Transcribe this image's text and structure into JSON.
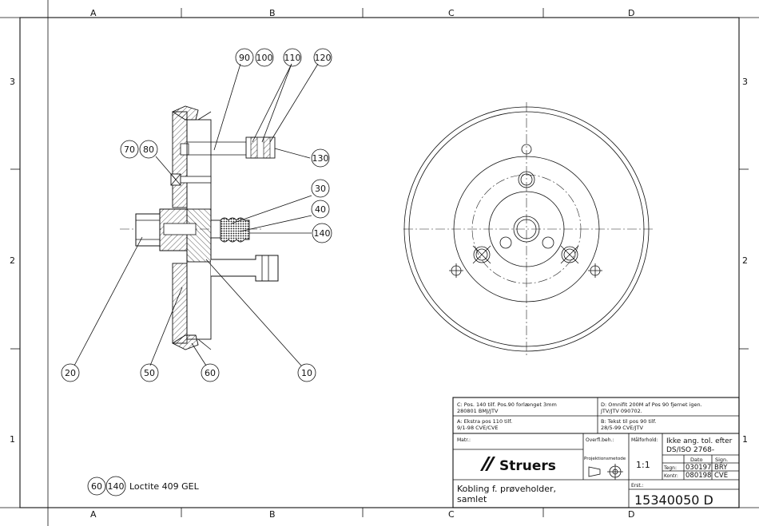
{
  "border": {
    "columns_top": [
      "A",
      "B",
      "C",
      "D"
    ],
    "columns_bottom": [
      "A",
      "B",
      "C",
      "D"
    ],
    "rows_left": [
      "3",
      "2",
      "1"
    ],
    "rows_right": [
      "3",
      "2",
      "1"
    ]
  },
  "balloons": [
    "90",
    "100",
    "110",
    "120",
    "70",
    "80",
    "130",
    "30",
    "40",
    "140",
    "20",
    "50",
    "60",
    "10"
  ],
  "note": {
    "balloons": [
      "60",
      "140"
    ],
    "text": "Loctite 409 GEL"
  },
  "revisions": {
    "c": [
      "C: Pos. 140 tilf. Pos.90 forlænget 3mm",
      "280801 BMJ/JTV"
    ],
    "d": [
      "D: Omnifit 200M af Pos 90 fjernet igen.",
      "JTV/JTV 090702."
    ],
    "a": [
      "A: Ekstra pos 110 tilf.",
      "9/1-98 CVE/CVE"
    ],
    "b": [
      "B: Tekst til pos 90 tilf.",
      "28/5-99 CVE/JTV"
    ]
  },
  "title_block": {
    "matr_label": "Matr.:",
    "overfl_label": "Overfl.beh.:",
    "maalforhold_label": "Målforhold:",
    "tolerance": [
      "Ikke ang. tol. efter",
      "DS/ISO 2768-"
    ],
    "logo": "Struers",
    "projektionsmetode": "Projektionsmetode",
    "scale": "1:1",
    "dato_label": "Dato",
    "sign_label": "Sign.",
    "tegn_label": "Tegn:",
    "tegn_date": "030197",
    "tegn_sign": "BRY",
    "kontr_label": "Kontr:",
    "kontr_date": "080198",
    "kontr_sign": "CVE",
    "description": [
      "Kobling f. prøveholder,",
      "samlet"
    ],
    "erst_label": "Erst.:",
    "drawing_number": "15340050 D"
  }
}
